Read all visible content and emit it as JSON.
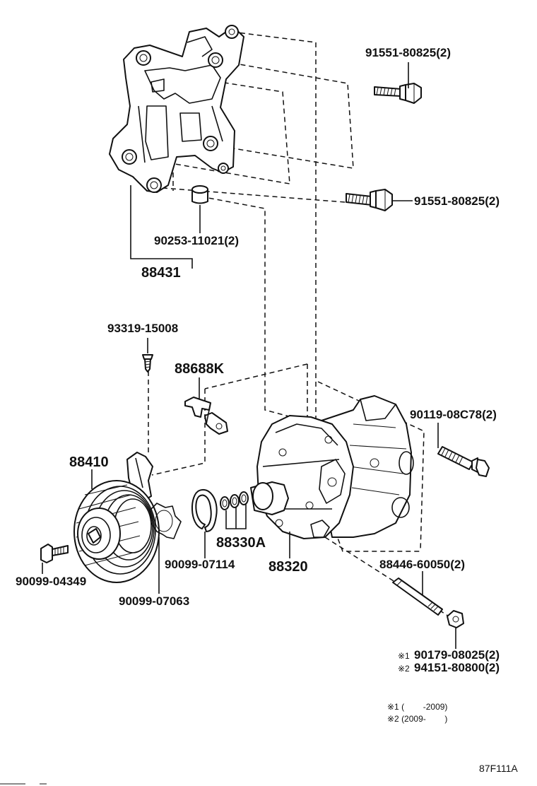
{
  "labels": {
    "bolt_upper": "91551-80825(2)",
    "bolt_mid": "91551-80825(2)",
    "collar": "90253-11021(2)",
    "bracket": "88431",
    "screw": "93319-15008",
    "holder": "88688K",
    "clutch": "88410",
    "bolt_compressor": "90119-08C78(2)",
    "snap_ring": "90099-07114",
    "shims": "88330A",
    "compressor": "88320",
    "stud": "88446-60050(2)",
    "clutch_bolt": "90099-04349",
    "clutch_shim": "90099-07063",
    "nut_1": "90179-08025(2)",
    "nut_2": "94151-80800(2)",
    "nut_1_mark": "※1",
    "nut_2_mark": "※2",
    "note_1": "※1 (        -2009)",
    "note_2": "※2 (2009-        )",
    "diagram_code": "87F111A"
  }
}
